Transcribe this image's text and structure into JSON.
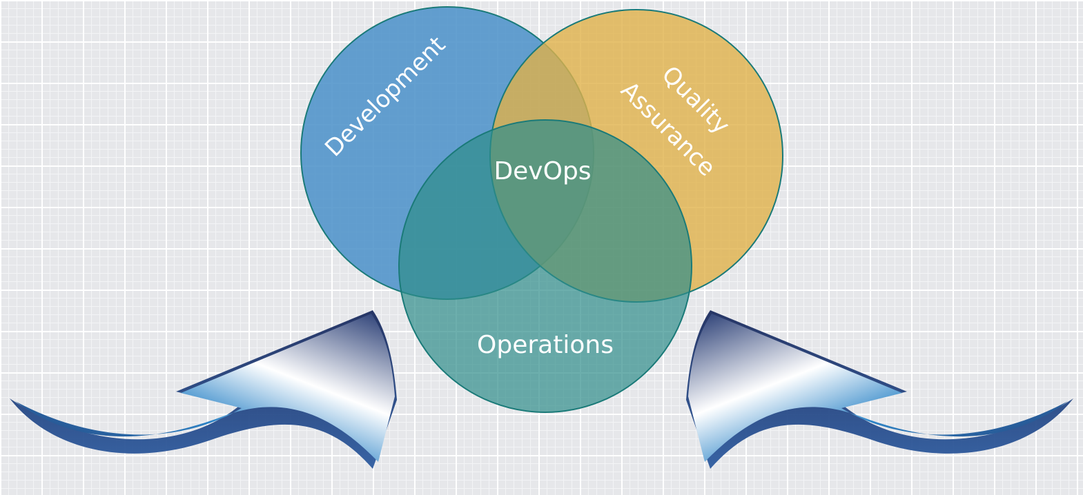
{
  "diagram": {
    "circles": {
      "development": {
        "label": "Development",
        "color": "#4f93c9"
      },
      "quality_assurance": {
        "label_line1": "Quality",
        "label_line2": "Assurance",
        "color": "#e0b24a"
      },
      "operations": {
        "label": "Operations",
        "color": "#3b9490"
      }
    },
    "center_label": "DevOps",
    "outline_color": "#1a7a78",
    "arrows": [
      {
        "icon": "curved-arrow-up-right-icon",
        "direction": "up-right",
        "gradient": [
          "#223770",
          "#ffffff",
          "#2f86c8"
        ]
      },
      {
        "icon": "curved-arrow-up-left-icon",
        "direction": "up-left",
        "gradient": [
          "#223770",
          "#ffffff",
          "#2f86c8"
        ]
      }
    ]
  }
}
